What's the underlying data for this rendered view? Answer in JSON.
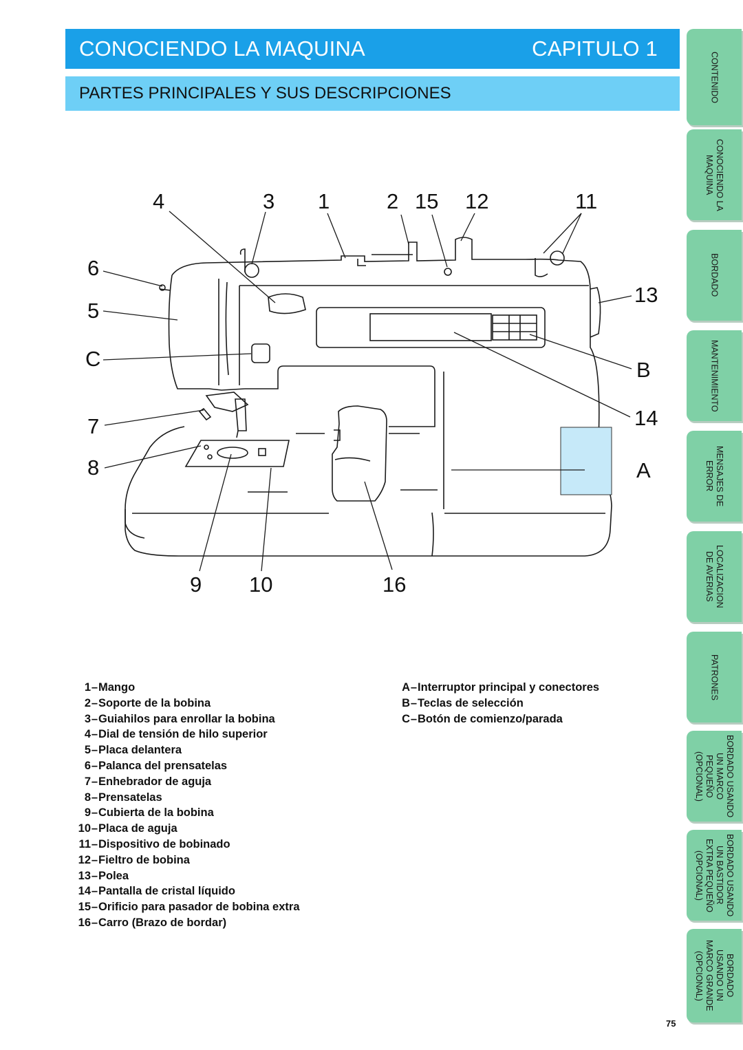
{
  "header": {
    "title": "CONOCIENDO LA MAQUINA",
    "chapter": "CAPITULO 1"
  },
  "section": {
    "title": "PARTES PRINCIPALES Y SUS DESCRIPCIONES"
  },
  "diagram": {
    "callouts": {
      "c4": "4",
      "c3": "3",
      "c1": "1",
      "c2": "2",
      "c15": "15",
      "c12": "12",
      "c11": "11",
      "c6": "6",
      "c5": "5",
      "cC": "C",
      "c7": "7",
      "c8": "8",
      "c13": "13",
      "cB": "B",
      "c14": "14",
      "cA": "A",
      "c9": "9",
      "c10": "10",
      "c16": "16"
    }
  },
  "legend_left": [
    {
      "num": "1",
      "label": "Mango"
    },
    {
      "num": "2",
      "label": "Soporte de la bobina"
    },
    {
      "num": "3",
      "label": "Guiahilos para enrollar la bobina"
    },
    {
      "num": "4",
      "label": "Dial de tensión de hilo superior"
    },
    {
      "num": "5",
      "label": "Placa delantera"
    },
    {
      "num": "6",
      "label": "Palanca del prensatelas"
    },
    {
      "num": "7",
      "label": "Enhebrador de aguja"
    },
    {
      "num": "8",
      "label": "Prensatelas"
    },
    {
      "num": "9",
      "label": "Cubierta de la bobina"
    },
    {
      "num": "10",
      "label": "Placa de aguja"
    },
    {
      "num": "11",
      "label": "Dispositivo de bobinado"
    },
    {
      "num": "12",
      "label": "Fieltro de bobina"
    },
    {
      "num": "13",
      "label": "Polea"
    },
    {
      "num": "14",
      "label": "Pantalla de cristal líquido"
    },
    {
      "num": "15",
      "label": "Orificio para pasador de bobina extra"
    },
    {
      "num": "16",
      "label": "Carro (Brazo de bordar)"
    }
  ],
  "legend_right": [
    {
      "num": "A",
      "label": "Interruptor principal y conectores"
    },
    {
      "num": "B",
      "label": "Teclas de selección"
    },
    {
      "num": "C",
      "label": "Botón de comienzo/parada"
    }
  ],
  "sidebar": {
    "tabs": [
      {
        "lines": [
          "CONTENIDO"
        ]
      },
      {
        "lines": [
          "CONOCIENDO LA",
          "MAQUINA"
        ]
      },
      {
        "lines": [
          "BORDADO"
        ]
      },
      {
        "lines": [
          "MANTENIMIENTO"
        ]
      },
      {
        "lines": [
          "MENSAJES DE",
          "ERROR"
        ]
      },
      {
        "lines": [
          "LOCALIZACION",
          "DE AVERIAS"
        ]
      },
      {
        "lines": [
          "PATRONES"
        ]
      },
      {
        "lines": [
          "BORDADO USANDO",
          "UN MARCO",
          "PEQUEÑO",
          "(OPCIONAL)"
        ]
      },
      {
        "lines": [
          "BORDADO USANDO",
          "UN BASTIDOR",
          "EXTRA PEQUEÑO",
          "(OPCIONAL)"
        ]
      },
      {
        "lines": [
          "BORDADO",
          "USANDO UN",
          "MARCO GRANDE",
          "(OPCIONAL)"
        ]
      }
    ]
  },
  "page_number": "75",
  "colors": {
    "header_bar": "#1aa0e8",
    "sub_bar": "#6ecff6",
    "tab_green": "#7fd0a6",
    "switch_panel": "#c6e9f9"
  }
}
